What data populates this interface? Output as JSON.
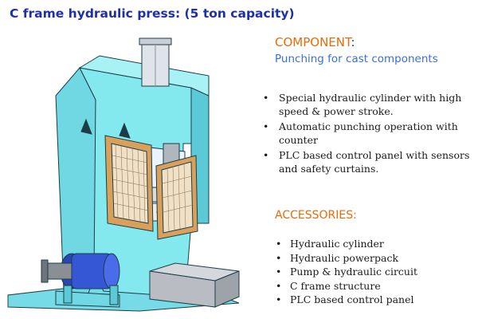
{
  "title": "C frame  hydraulic press: (5 ton capacity)",
  "component": {
    "heading": "COMPONENT",
    "colon": ":",
    "subtitle": "Punching for cast components"
  },
  "features": [
    "Special hydraulic cylinder with high speed & power stroke.",
    "Automatic punching operation with counter",
    "PLC based control panel with sensors and safety curtains."
  ],
  "accessories": {
    "heading": "ACCESSORIES:",
    "items": [
      "Hydraulic cylinder",
      "Hydraulic powerpack",
      "Pump & hydraulic circuit",
      "C frame structure",
      "PLC based control panel"
    ]
  },
  "colors": {
    "title": "#1f2fa8",
    "heading_orange": "#e46c0a",
    "subtitle_blue": "#3a6fd8",
    "frame_cyan": "#7ee6ee",
    "motor_blue": "#3557d6",
    "guard_wood": "#d9a05b",
    "tank_gray": "#b9bcc2"
  }
}
